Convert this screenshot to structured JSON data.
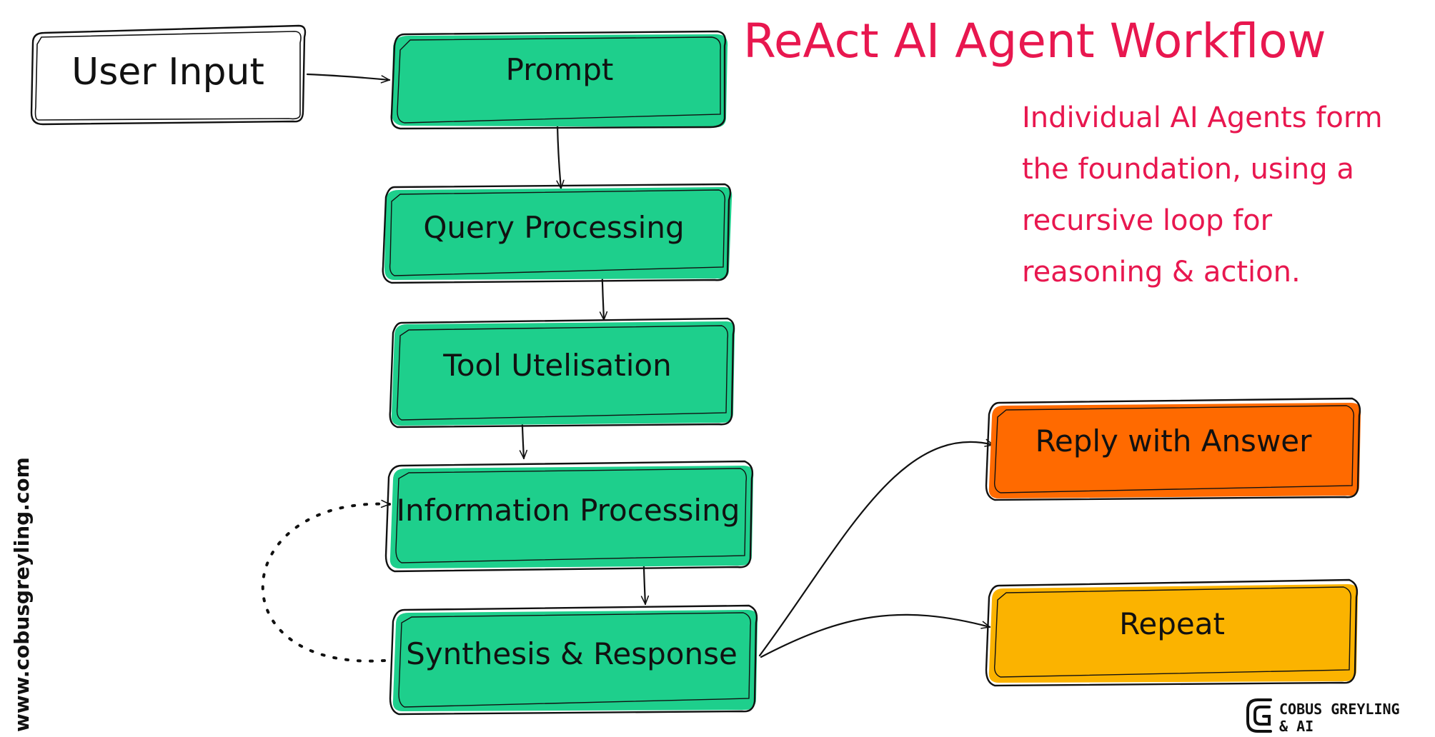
{
  "title": "ReAct AI Agent Workflow",
  "subtitle_lines": [
    "Individual AI Agents form",
    "the foundation, using a",
    "recursive loop for",
    "reasoning & action."
  ],
  "nodes": {
    "user_input": "User Input",
    "prompt": "Prompt",
    "query_processing": "Query Processing",
    "tool_utelisation": "Tool Utelisation",
    "information_processing": "Information Processing",
    "synthesis_response": "Synthesis & Response",
    "reply_with_answer": "Reply with Answer",
    "repeat": "Repeat"
  },
  "watermark": "www.cobusgreyling.com",
  "logo": {
    "line1": "COBUS GREYLING",
    "line2": "& AI"
  },
  "colors": {
    "title": "#e8174f",
    "step_fill": "#1ecf8c",
    "reply_fill": "#ff6a00",
    "repeat_fill": "#fbb300",
    "input_fill": "#ffffff",
    "outline": "#111111"
  }
}
